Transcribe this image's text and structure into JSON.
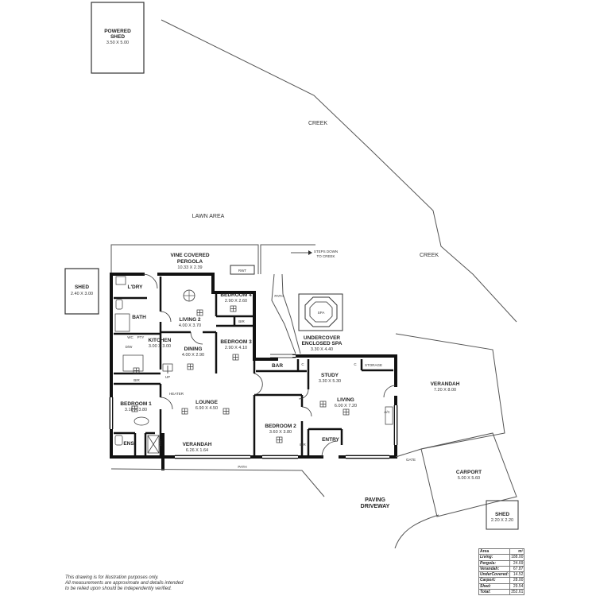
{
  "site": {
    "creek_label": "CREEK",
    "lawn_label": "LAWN AREA",
    "steps_line1": "STEPS DOWN",
    "steps_line2": "TO CREEK",
    "path_label": "PATH",
    "driveway_line1": "PAVING",
    "driveway_line2": "DRIVEWAY",
    "gate_label": "GATE"
  },
  "rooms": {
    "powered_shed": {
      "line1": "POWERED",
      "line2": "SHED",
      "dims": "3.50 X 5.00"
    },
    "shed_left": {
      "name": "SHED",
      "dims": "2.40 X 3.00"
    },
    "pergola": {
      "line1": "VINE COVERED",
      "line2": "PERGOLA",
      "dims": "10.33 X 2.39"
    },
    "rwt": "RWT",
    "laundry": "L'DRY",
    "bath": "BATH",
    "kitchen": {
      "name": "KITCHEN",
      "dims": "3.00 X 3.00"
    },
    "wc": "WC",
    "pty": "PTY",
    "dw": "D/W",
    "living2": {
      "name": "LIVING 2",
      "dims": "4.00 X 3.70"
    },
    "bedroom4": {
      "name": "BEDROOM 4",
      "dims": "2.90 X 2.60"
    },
    "bir": "BIR",
    "bedroom3": {
      "name": "BEDROOM 3",
      "dims": "2.90 X 4.10"
    },
    "dining": {
      "name": "DINING",
      "dims": "4.00 X 2.90"
    },
    "up": "UP",
    "heater": "HEATER",
    "lounge": {
      "name": "LOUNGE",
      "dims": "6.90 X 4.50"
    },
    "bedroom1": {
      "name": "BEDROOM 1",
      "dims": "3.10 X 3.80"
    },
    "ens": "ENS",
    "wir": "WIR",
    "verandah_front": {
      "name": "VERANDAH",
      "dims": "6.26 X 1.64"
    },
    "spa": "SPA",
    "undercover_spa": {
      "line1": "UNDERCOVER",
      "line2": "ENCLOSED SPA",
      "dims": "3.30 X 4.40"
    },
    "path_side": "PATH",
    "bar": "BAR",
    "c": "C",
    "study": {
      "name": "STUDY",
      "dims": "3.30 X 5.30"
    },
    "storage": "STORAGE",
    "living": {
      "name": "LIVING",
      "dims": "6.00 X 7.20"
    },
    "ac": "A/C",
    "bedroom2": {
      "name": "BEDROOM 2",
      "dims": "3.60 X 3.80"
    },
    "entry": "ENTRY",
    "verandah_right": {
      "name": "VERANDAH",
      "dims": "7.20 X 8.00"
    },
    "carport": {
      "name": "CARPORT",
      "dims": "5.00 X 5.60"
    },
    "shed_right": {
      "name": "SHED",
      "dims": "2.20 X 2.20"
    }
  },
  "area_table": {
    "header": {
      "label": "Area",
      "unit": "m²"
    },
    "rows": [
      {
        "label": "Living:",
        "value": "188.00"
      },
      {
        "label": "Pergola:",
        "value": "24.69"
      },
      {
        "label": "Verandah:",
        "value": "67.87"
      },
      {
        "label": "UnderCovered:",
        "value": "14.52"
      },
      {
        "label": "Carport:",
        "value": "28.00"
      },
      {
        "label": "Shed:",
        "value": "29.54"
      },
      {
        "label": "Total:",
        "value": "352.61"
      }
    ]
  },
  "disclaimer": {
    "line1": "This drawing is for illustration purposes only.",
    "line2": "All measurements are approximate and details intended",
    "line3": "to be relied upon should be independently verified."
  }
}
